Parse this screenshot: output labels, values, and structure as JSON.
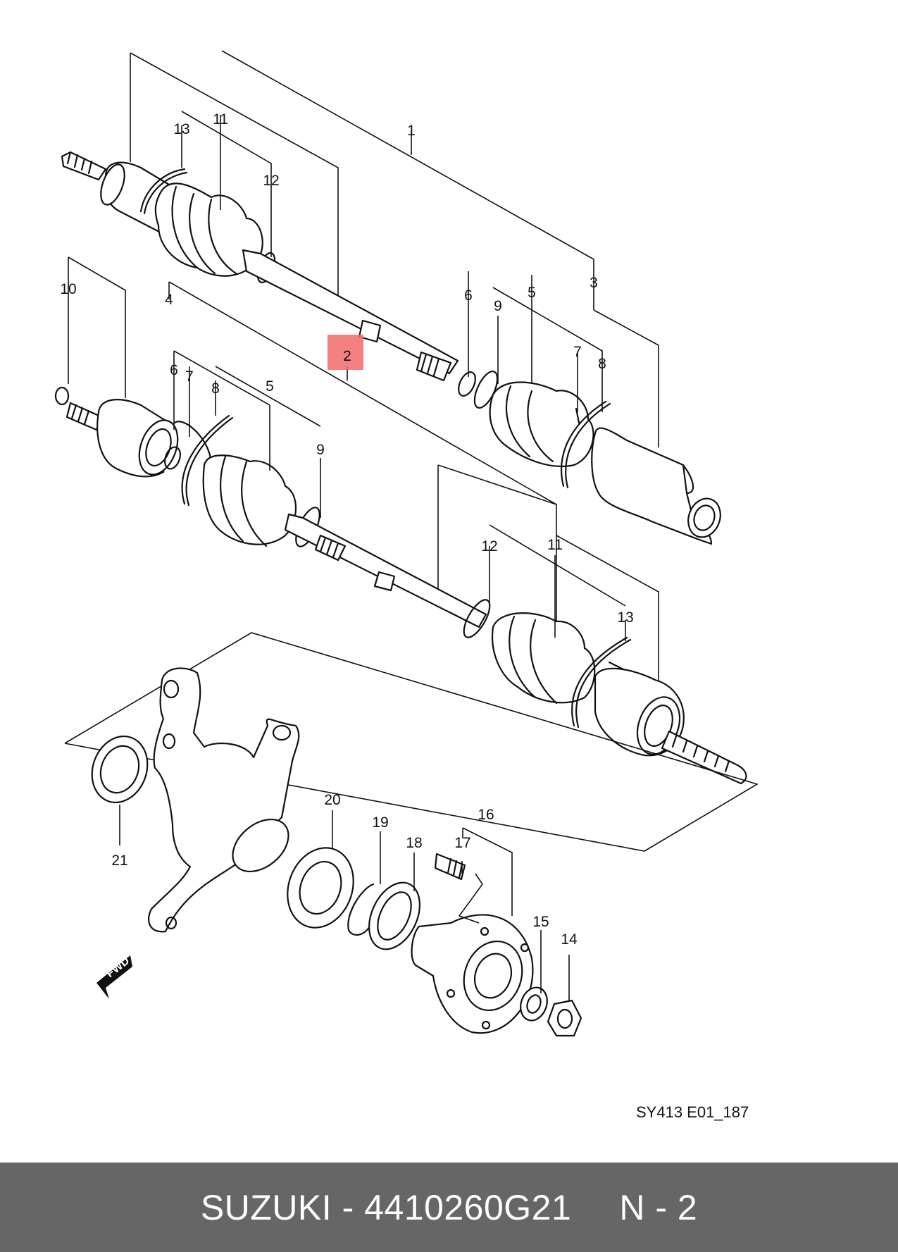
{
  "diagram": {
    "callouts": {
      "c1": "1",
      "c2": "2",
      "c3": "3",
      "c4": "4",
      "c5a": "5",
      "c5b": "5",
      "c6a": "6",
      "c6b": "6",
      "c7a": "7",
      "c7b": "7",
      "c8a": "8",
      "c8b": "8",
      "c9a": "9",
      "c9b": "9",
      "c10": "10",
      "c11a": "11",
      "c11b": "11",
      "c12a": "12",
      "c12b": "12",
      "c13a": "13",
      "c13b": "13",
      "c14": "14",
      "c15": "15",
      "c16": "16",
      "c17": "17",
      "c18": "18",
      "c19": "19",
      "c20": "20",
      "c21": "21"
    },
    "highlighted_callout": "2",
    "highlight_color": "#f26b6b",
    "fwd_label": "FWD",
    "reference_code": "SY413 E01_187"
  },
  "footer": {
    "brand": "SUZUKI",
    "separator": "-",
    "part_number": "4410260G21",
    "position_label": "N - 2",
    "background_color": "#666666"
  }
}
